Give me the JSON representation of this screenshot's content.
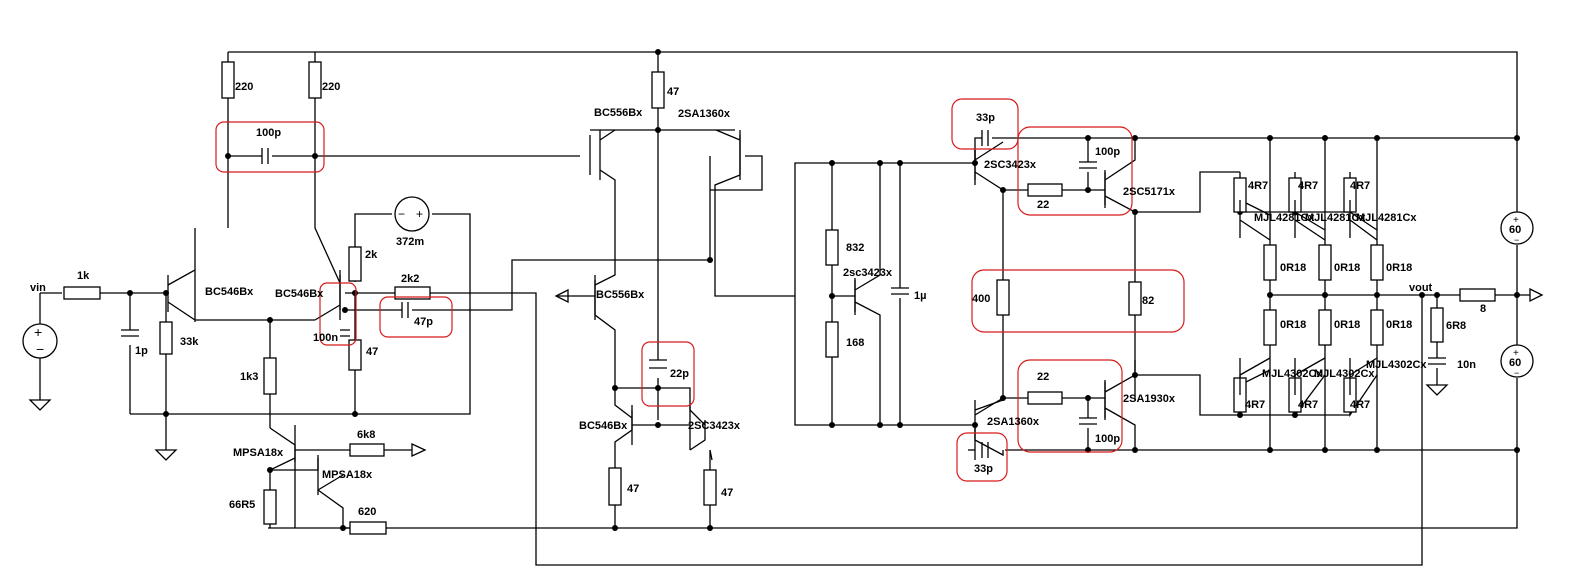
{
  "nets": {
    "vin": "vin",
    "vout": "vout"
  },
  "labels": {
    "r_in": "1k",
    "c_in": "1p",
    "r_shunt": "33k",
    "q1": "BC546Bx",
    "q2": "BC546Bx",
    "r_c1": "220",
    "r_c2": "220",
    "c_miller": "100p",
    "r_2k": "2k",
    "v_bias": "372m",
    "r_2k2": "2k2",
    "c_47p": "47p",
    "c_100n": "100n",
    "r_47a": "47",
    "r_1k3": "1k3",
    "q_mpsa1": "MPSA18x",
    "q_mpsa2": "MPSA18x",
    "r_6k8": "6k8",
    "r_66r5": "66R5",
    "r_620": "620",
    "r_47top": "47",
    "q_bc556a": "BC556Bx",
    "q_2sa1360": "2SA1360x",
    "q_bc556b": "BC556Bx",
    "c_22p": "22p",
    "q_bc546c": "BC546Bx",
    "q_2sc3423a": "2SC3423x",
    "r_47b": "47",
    "r_47c": "47",
    "r_832": "832",
    "q_vbe": "2sc3423x",
    "r_168": "168",
    "c_1u": "1µ",
    "c_33p_top": "33p",
    "q_2sc3423b": "2SC3423x",
    "c_100p_a": "100p",
    "r_22a": "22",
    "q_2sc5171": "2SC5171x",
    "r_400": "400",
    "r_82": "82",
    "r_22b": "22",
    "q_2sa1930": "2SA1930x",
    "q_2sa1360b": "2SA1360x",
    "c_100p_b": "100p",
    "c_33p_bot": "33p",
    "r_4r7_1": "4R7",
    "r_4r7_2": "4R7",
    "r_4r7_3": "4R7",
    "q_mjl4281a": "MJL4281Cx",
    "q_mjl4281b": "MJL4281Cx",
    "q_mjl4281c": "MJL4281Cx",
    "r_0r18_1": "0R18",
    "r_0r18_2": "0R18",
    "r_0r18_3": "0R18",
    "r_0r18_4": "0R18",
    "r_0r18_5": "0R18",
    "r_0r18_6": "0R18",
    "q_mjl4302a": "MJL4302Cx",
    "q_mjl4302b": "MJL4302Cx",
    "q_mjl4302c": "MJL4302Cx",
    "r_4r7_4": "4R7",
    "r_4r7_5": "4R7",
    "r_4r7_6": "4R7",
    "r_6r8": "6R8",
    "c_10n": "10n",
    "r_load": "8",
    "v_pos": "60",
    "v_neg": "60"
  },
  "colors": {
    "wire": "#000000",
    "highlight": "#d81b1b"
  }
}
